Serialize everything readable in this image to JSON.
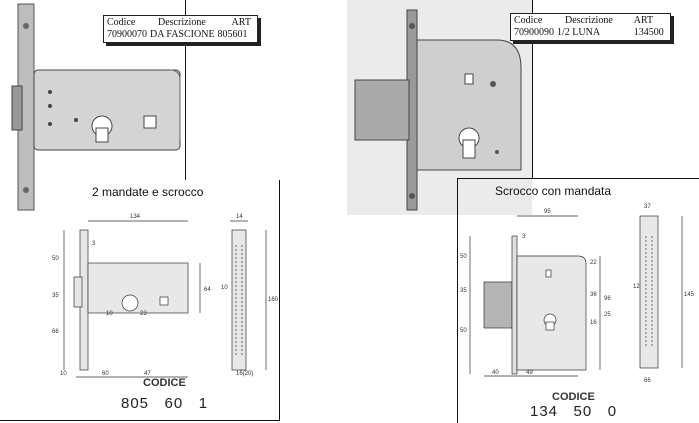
{
  "left": {
    "table": {
      "headers": [
        "Codice",
        "Descrizione",
        "ART"
      ],
      "row": [
        "70900070",
        "DA FASCIONE",
        "805601"
      ]
    },
    "drawing_title": "2 mandate e scrocco",
    "codice_label": "CODICE",
    "codice_number": "805   60   1",
    "dims": {
      "top": "134",
      "side": "14",
      "three": "3",
      "h50": "50",
      "h35": "35",
      "h66": "66",
      "h64": "64",
      "h160": "160",
      "d10": "10",
      "d10b": "10",
      "d23": "23",
      "b10": "10",
      "b60": "60",
      "b47": "47",
      "b16": "16(20)"
    }
  },
  "right": {
    "table": {
      "headers": [
        "Codice",
        "Descrizione",
        "ART"
      ],
      "row": [
        "70900090",
        "1/2 LUNA",
        "134500"
      ]
    },
    "drawing_title": "Scrocco con mandata",
    "codice_label": "CODICE",
    "codice_number": "134   50   0",
    "dims": {
      "top": "95",
      "side": "37",
      "three": "3",
      "h50": "50",
      "h35": "35",
      "h50b": "50",
      "h22": "22",
      "h36": "36",
      "h96": "96",
      "h16": "16",
      "h25": "25",
      "d12": "12",
      "h145": "145",
      "b40": "40",
      "b49": "49",
      "b66": "66"
    }
  }
}
